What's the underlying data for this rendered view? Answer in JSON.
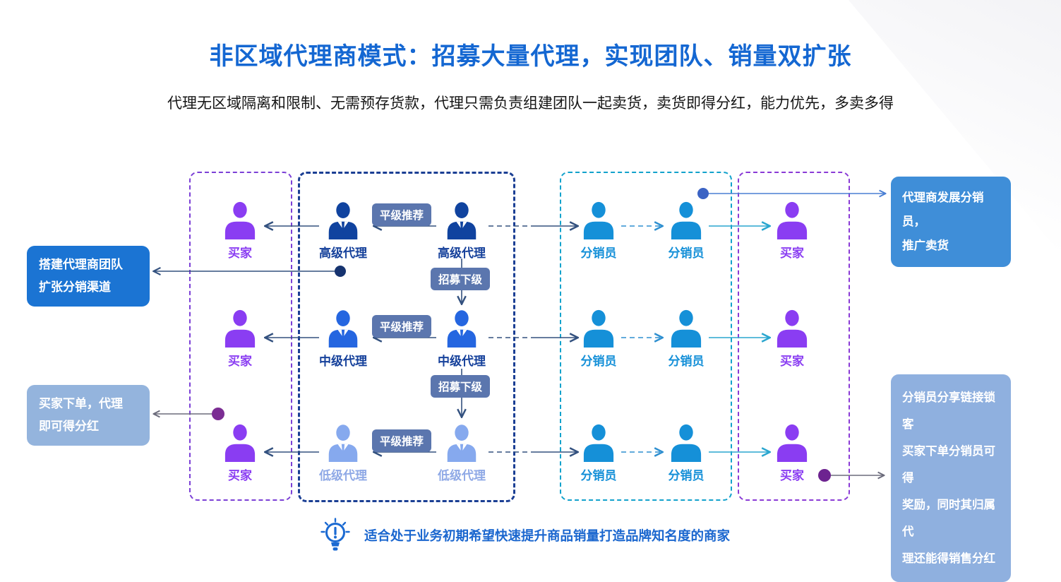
{
  "title": "非区域代理商模式：招募大量代理，实现团队、销量双扩张",
  "subtitle": "代理无区域隔离和限制、无需预存货款，代理只需负责组建团队一起卖货，卖货即得分红，能力优先，多卖多得",
  "labels": {
    "buyer": "买家",
    "distributor": "分销员",
    "senior_agent": "高级代理",
    "mid_agent": "中级代理",
    "junior_agent": "低级代理",
    "peer_tag": "平级推荐",
    "recruit_tag": "招募下级"
  },
  "callouts": {
    "left_top": {
      "lines": [
        "搭建代理商团队",
        "扩张分销渠道"
      ]
    },
    "left_bottom": {
      "lines": [
        "买家下单，代理",
        "即可得分红"
      ]
    },
    "right_top": {
      "lines": [
        "代理商发展分销员，",
        "推广卖货"
      ]
    },
    "right_bottom": {
      "lines": [
        "分销员分享链接锁客",
        "买家下单分销员可得",
        "奖励，同时其归属代",
        "理还能得销售分红"
      ]
    }
  },
  "footer": {
    "note": "适合处于业务初期希望快速提升商品销量打造品牌知名度的商家"
  },
  "colors": {
    "title": "#1467d2",
    "buyer": "#8a3df2",
    "distributor": "#1590d8",
    "senior_agent": "#10439f",
    "mid_agent": "#2566e0",
    "junior_agent": "#86a9ee",
    "tag_bg": "#5b76ae",
    "callout_dark_blue": "#1b74d3",
    "callout_light_blue": "#94b4dd",
    "callout_mid_blue": "#3f8ed8",
    "callout_soft_blue": "#8fb0df",
    "box_purple": "#7b3fd6",
    "box_navy": "#1b3f94",
    "box_teal": "#12a2cc"
  }
}
